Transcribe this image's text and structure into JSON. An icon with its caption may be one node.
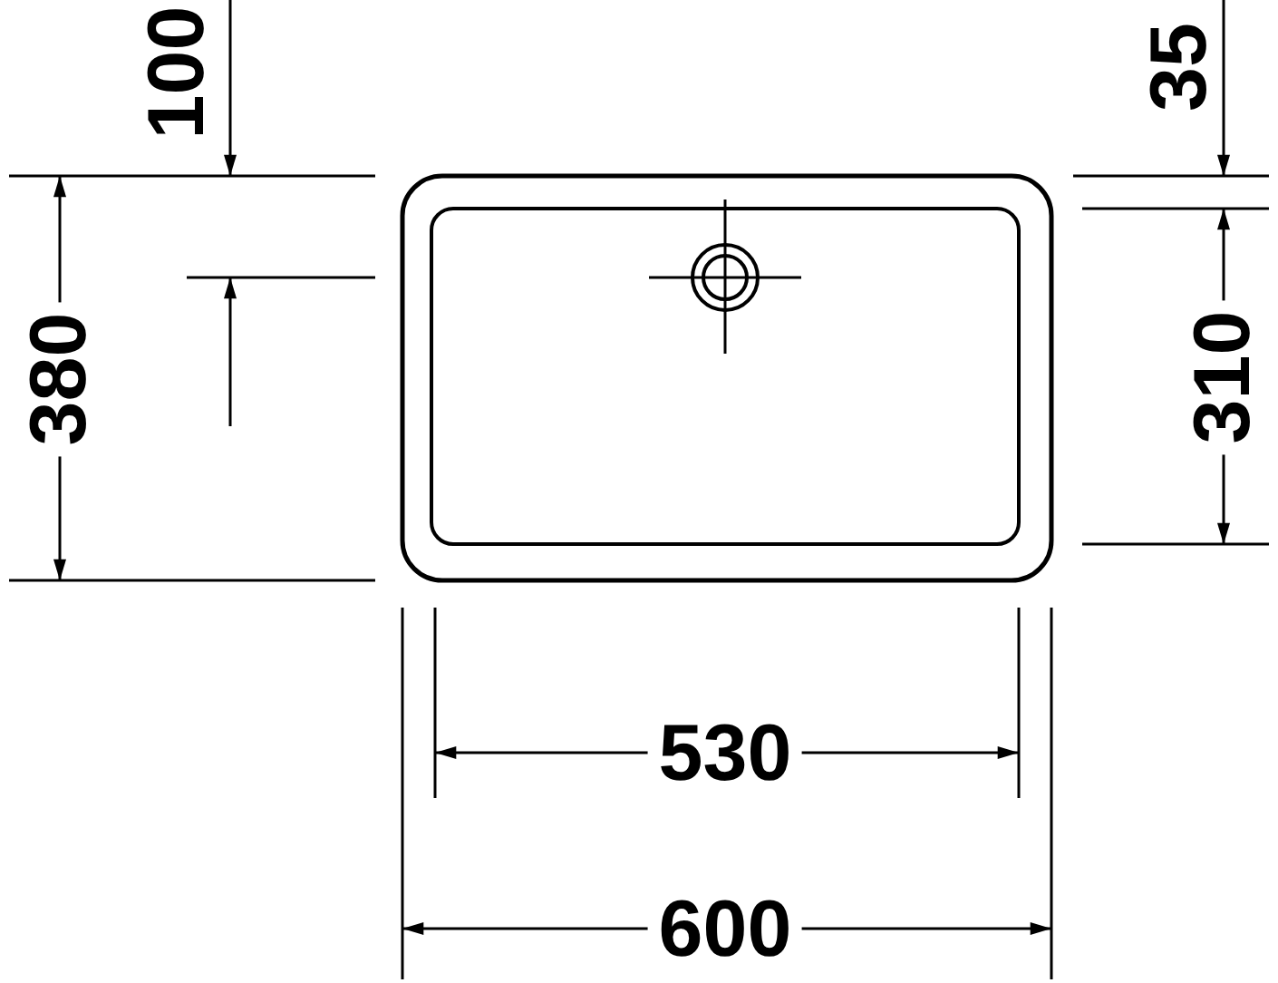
{
  "diagram": {
    "labels": [
      "100",
      "35",
      "380",
      "310",
      "530",
      "600"
    ]
  }
}
